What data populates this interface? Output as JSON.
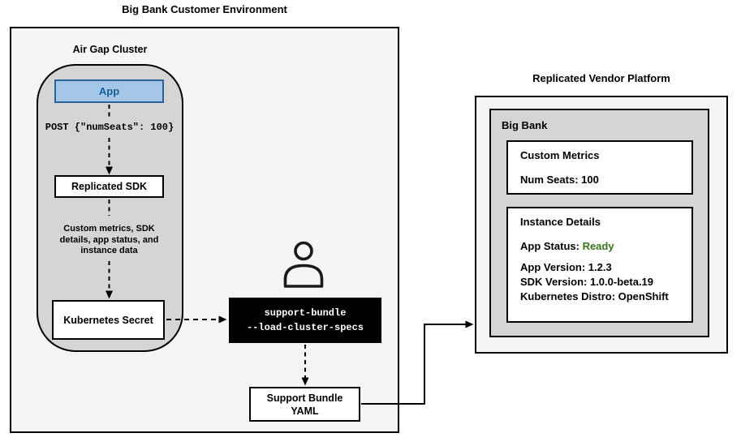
{
  "diagram": {
    "env": {
      "title": "Big Bank Customer Environment",
      "cluster": {
        "label": "Air Gap Cluster",
        "app_label": "App",
        "post_label": "POST {\"numSeats\": 100}",
        "sdk_label": "Replicated SDK",
        "note_lines": [
          "Custom metrics, SDK",
          "details, app status, and",
          "instance data"
        ],
        "secret_label": "Kubernetes Secret"
      }
    },
    "cli": {
      "lines": [
        "support-bundle",
        "--load-cluster-specs"
      ]
    },
    "bundle": {
      "lines": [
        "Support Bundle",
        "YAML"
      ]
    },
    "vendor": {
      "title": "Replicated Vendor Platform",
      "account_label": "Big Bank",
      "custom_metrics": {
        "title": "Custom Metrics",
        "num_seats": "Num Seats: 100"
      },
      "instance_details": {
        "title": "Instance Details",
        "app_status_label": "App Status: ",
        "app_status_value": "Ready",
        "lines": [
          "App Version: 1.2.3",
          "SDK Version: 1.0.0-beta.19",
          "Kubernetes Distro: OpenShift"
        ]
      }
    },
    "icons": {
      "person": "person-outline"
    },
    "colors": {
      "app_fill": "#a4c7e7",
      "app_border": "#2a6496",
      "app_text": "#1a5c99",
      "status_ready_green": "#38761d",
      "cluster_gray": "#d5d5d5",
      "panel_gray": "#f5f5f5",
      "cli_bg": "#000000",
      "cli_text": "#ffffff",
      "line_black": "#000000"
    }
  }
}
